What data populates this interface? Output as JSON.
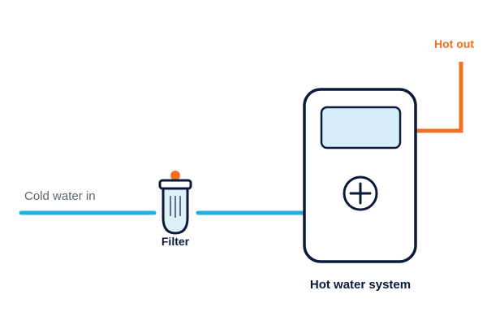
{
  "labels": {
    "cold_in": "Cold water in",
    "filter": "Filter",
    "hot_out": "Hot out",
    "system": "Hot water system"
  },
  "colors": {
    "cold_pipe": "#1fb0e0",
    "hot_pipe": "#ef7122",
    "outline": "#0c1a3a",
    "screen_fill": "#d6eef8",
    "filter_body": "#dff0f8",
    "filter_cap": "#ef7122",
    "label_grey": "#5d6470",
    "label_dark": "#0c1a3a",
    "label_hot": "#ef7122"
  },
  "icons": {
    "unit_button": "plus-circle-icon",
    "filter_knob": "knob-icon"
  }
}
